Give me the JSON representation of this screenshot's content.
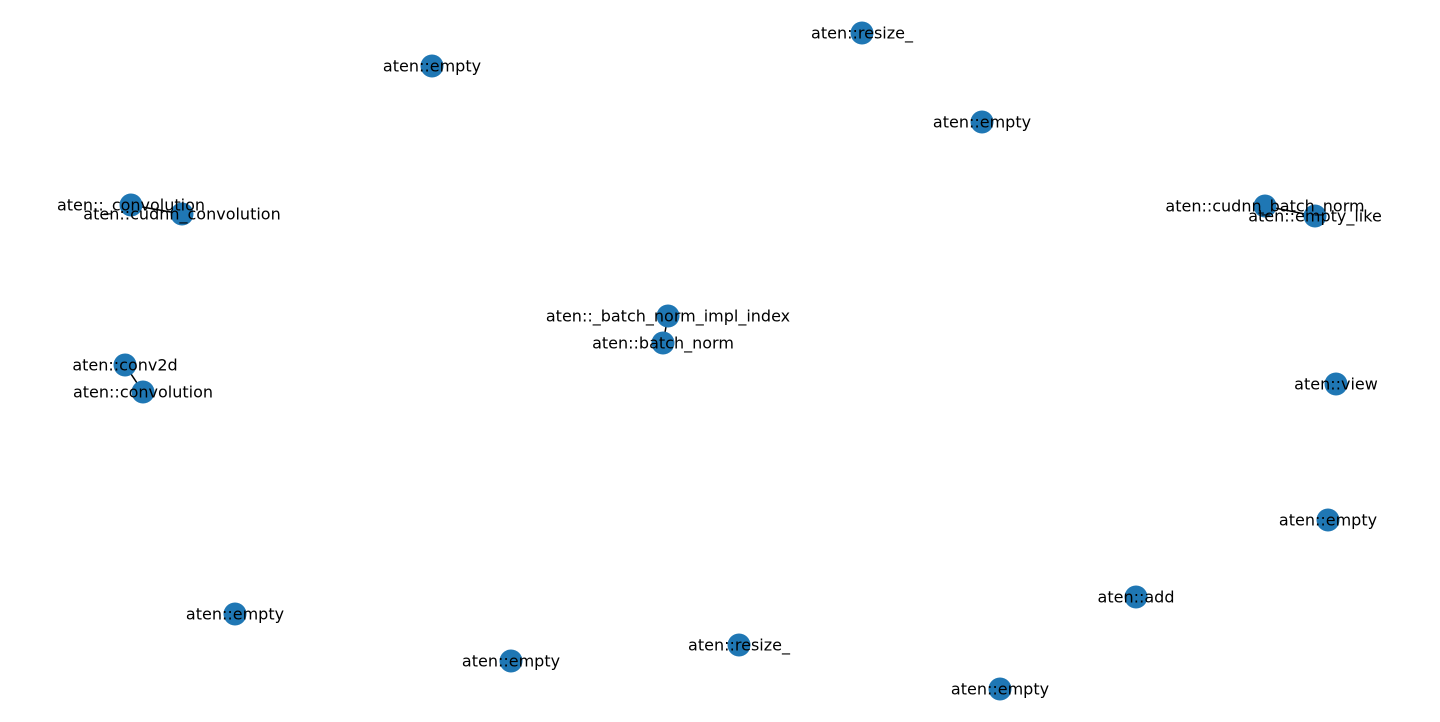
{
  "graph": {
    "node_color": "#1f77b4",
    "edge_color": "#000000",
    "label_color": "#000000",
    "nodes": [
      {
        "id": "n1",
        "label": "aten::empty"
      },
      {
        "id": "n2",
        "label": "aten::resize_"
      },
      {
        "id": "n3",
        "label": "aten::empty"
      },
      {
        "id": "n4",
        "label": "aten::_convolution"
      },
      {
        "id": "n5",
        "label": "aten::cudnn_convolution"
      },
      {
        "id": "n6",
        "label": "aten::cudnn_batch_norm"
      },
      {
        "id": "n7",
        "label": "aten::empty_like"
      },
      {
        "id": "n8",
        "label": "aten::_batch_norm_impl_index"
      },
      {
        "id": "n9",
        "label": "aten::batch_norm"
      },
      {
        "id": "n10",
        "label": "aten::conv2d"
      },
      {
        "id": "n11",
        "label": "aten::convolution"
      },
      {
        "id": "n12",
        "label": "aten::view"
      },
      {
        "id": "n13",
        "label": "aten::empty"
      },
      {
        "id": "n14",
        "label": "aten::add"
      },
      {
        "id": "n15",
        "label": "aten::empty"
      },
      {
        "id": "n16",
        "label": "aten::resize_"
      },
      {
        "id": "n17",
        "label": "aten::empty"
      },
      {
        "id": "n18",
        "label": "aten::empty"
      }
    ],
    "edges": [
      {
        "source": "n4",
        "target": "n5"
      },
      {
        "source": "n6",
        "target": "n7"
      },
      {
        "source": "n8",
        "target": "n9"
      },
      {
        "source": "n10",
        "target": "n11"
      }
    ]
  }
}
